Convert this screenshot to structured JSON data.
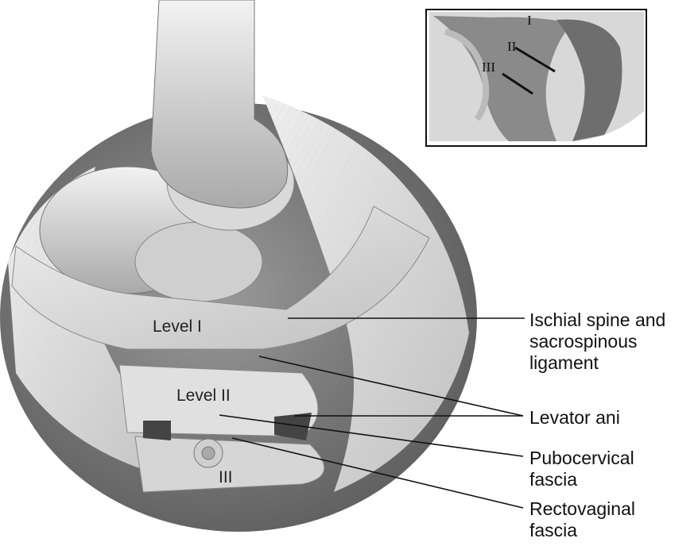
{
  "inset": {
    "numerals": [
      "I",
      "II",
      "III"
    ]
  },
  "levels": {
    "level1": "Level I",
    "level2": "Level II",
    "level3": "III"
  },
  "callouts": {
    "ischial": "Ischial spine and\nsacrospinous\nligament",
    "levator": "Levator ani",
    "pubocervical": "Pubocervical\nfascia",
    "rectovaginal": "Rectovaginal\nfascia"
  },
  "colors": {
    "line": "#111111",
    "tissue_light": "#e6e6e6",
    "tissue_mid": "#bdbdbd",
    "tissue_dark": "#7a7a7a",
    "cavity": "#8c8c8c"
  }
}
